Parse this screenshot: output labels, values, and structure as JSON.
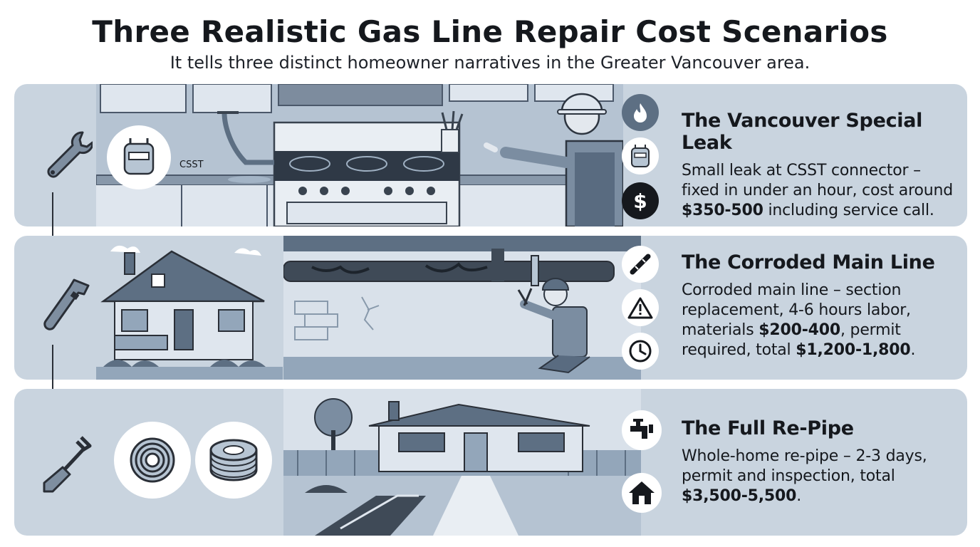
{
  "header": {
    "title": "Three Realistic Gas Line Repair Cost Scenarios",
    "subtitle": "It tells three distinct homeowner narratives in the Greater Vancouver area."
  },
  "scenarios": [
    {
      "heading": "The Vancouver Special Leak",
      "body_parts": [
        "Small leak at CSST connector – fixed in under an hour, cost around ",
        "$350-500",
        " including service call."
      ],
      "meter_label": "CSST",
      "side_icon": "wrench-icon",
      "badges": [
        "flame-icon",
        "gas-meter-icon",
        "dollar-icon"
      ]
    },
    {
      "heading": "The Corroded Main Line",
      "body_parts": [
        "Corroded main line – section replacement, 4-6 hours labor, materials ",
        "$200-400",
        ", permit required, total ",
        "$1,200-1,800",
        "."
      ],
      "side_icon": "pipe-wrench-icon",
      "badges": [
        "pipe-icon",
        "warning-icon",
        "clock-icon"
      ]
    },
    {
      "heading": "The Full Re-Pipe",
      "body_parts": [
        "Whole-home re-pipe – 2-3 days, permit and inspection, total ",
        "$3,500-5,500",
        "."
      ],
      "side_icon": "shovel-icon",
      "badges": [
        "faucet-icon",
        "house-icon"
      ],
      "coil_icons": [
        "coiled-pipe-icon",
        "pipe-spool-icon"
      ]
    }
  ],
  "colors": {
    "panel": "#c9d4df",
    "ink": "#15181d",
    "scene_dark": "#5d6f83",
    "scene_mid": "#93a6ba",
    "scene_light": "#d9e1ea"
  }
}
